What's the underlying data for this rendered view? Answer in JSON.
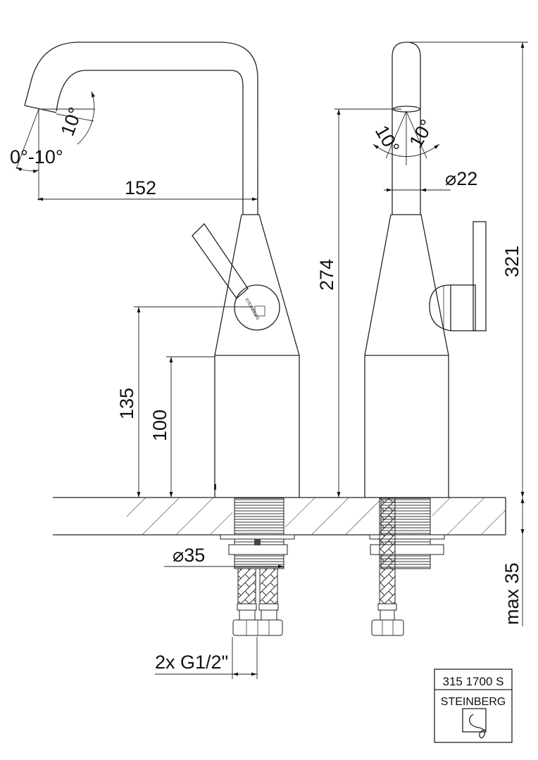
{
  "dimensions": {
    "spout_reach": "152",
    "handle_height": "135",
    "body_height": "100",
    "spout_outlet_height": "274",
    "total_height": "321",
    "max_counter_thickness": "max 35",
    "spout_diameter": "⌀22",
    "base_diameter": "⌀35",
    "connection": "2x G1/2\"",
    "tilt_range": "0°-10°",
    "tilt_side": "10°",
    "swivel_left": "10°",
    "swivel_right": "10°"
  },
  "title_block": {
    "article_number": "315 1700 S",
    "brand": "STEINBERG",
    "body_logo_text": "STEINBERG"
  }
}
